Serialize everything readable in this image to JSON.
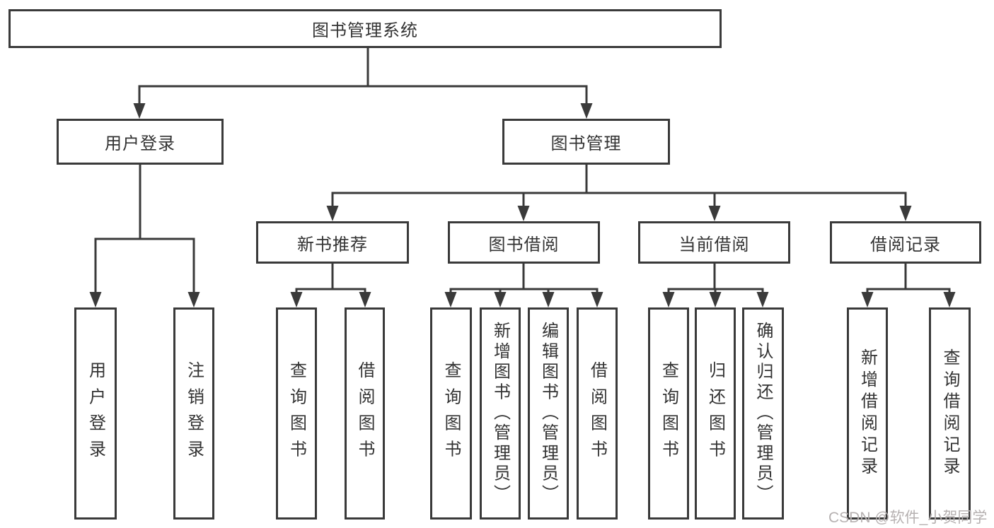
{
  "tree": {
    "label": "图书管理系统",
    "children": [
      {
        "label": "用户登录",
        "children": [
          {
            "label": "用户登录"
          },
          {
            "label": "注销登录"
          }
        ]
      },
      {
        "label": "图书管理",
        "children": [
          {
            "label": "新书推荐",
            "children": [
              {
                "label": "查询图书"
              },
              {
                "label": "借阅图书"
              }
            ]
          },
          {
            "label": "图书借阅",
            "children": [
              {
                "label": "查询图书"
              },
              {
                "label": "新增图书（管理员）"
              },
              {
                "label": "编辑图书（管理员）"
              },
              {
                "label": "借阅图书"
              }
            ]
          },
          {
            "label": "当前借阅",
            "children": [
              {
                "label": "查询图书"
              },
              {
                "label": "归还图书"
              },
              {
                "label": "确认归还（管理员）"
              }
            ]
          },
          {
            "label": "借阅记录",
            "children": [
              {
                "label": "新增借阅记录"
              },
              {
                "label": "查询借阅记录"
              }
            ]
          }
        ]
      }
    ]
  },
  "watermark": "CSDN @软件_小贺同学",
  "colors": {
    "line": "#3a3a3a",
    "text": "#333333",
    "watermark": "#b6b1b1",
    "background": "#ffffff"
  }
}
